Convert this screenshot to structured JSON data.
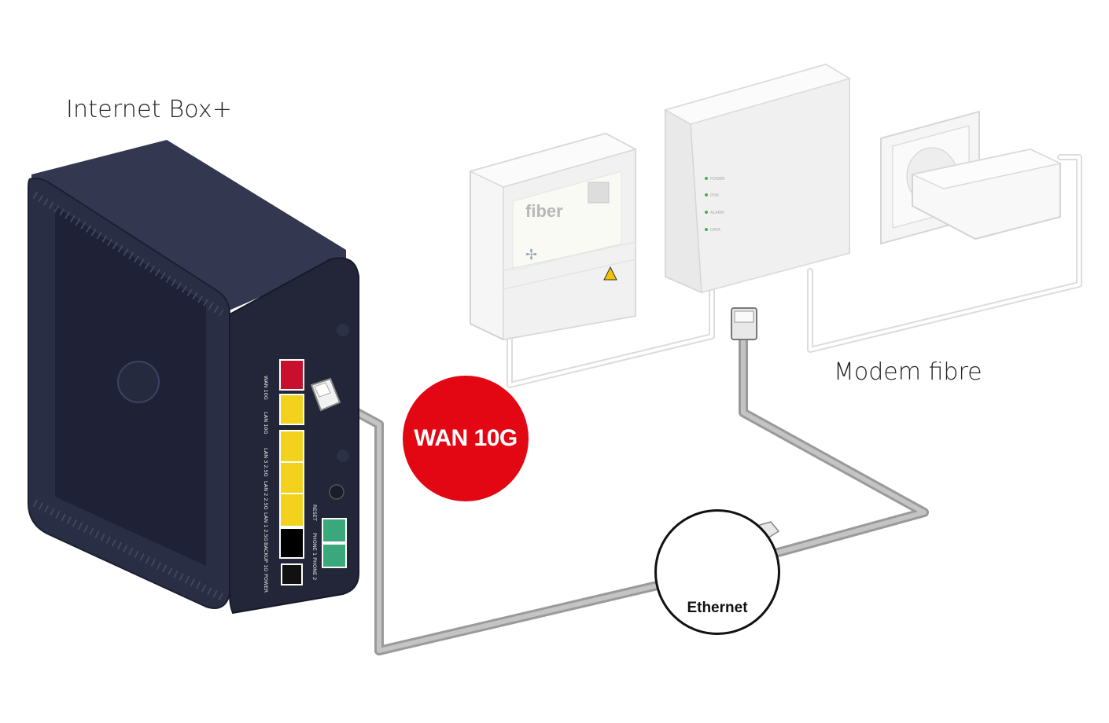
{
  "labels": {
    "internet_box": "Internet Box+",
    "modem": "Modem fibre",
    "wan_badge": "WAN 10G",
    "ethernet": "Ethernet",
    "fiber_brand": "fiber"
  },
  "ports": {
    "wan": "WAN 10G",
    "lan10g": "LAN 10G",
    "lan3": "LAN 3 2.5G",
    "lan2": "LAN 2 2.5G",
    "lan1": "LAN 1 2.5G",
    "backup": "BACKUP 1G",
    "power": "POWER",
    "reset": "RESET",
    "phone": "PHONE 1 PHONE 2"
  },
  "modem_leds": [
    "POWER",
    "PON",
    "ALARM",
    "DATA"
  ],
  "colors": {
    "badge_red": "#e30613",
    "box_body": "#2a2e44",
    "wan_port": "#c8102e",
    "lan_port": "#f2d21c",
    "phone_port": "#3aa87a",
    "cable": "#9a9a9a"
  }
}
